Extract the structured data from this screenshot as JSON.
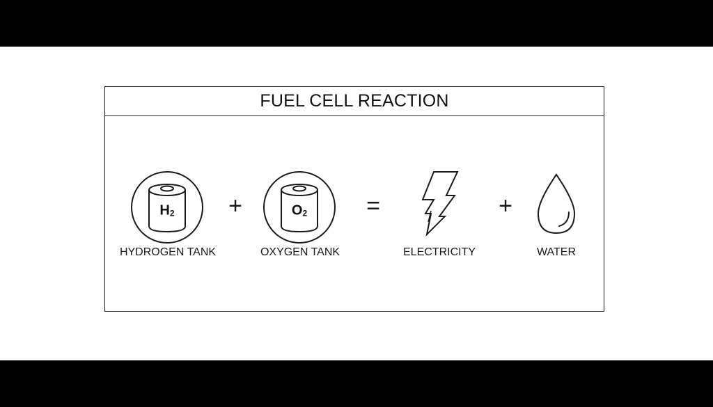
{
  "diagram": {
    "title": "FUEL CELL REACTION",
    "items": [
      {
        "icon": "hydrogen-tank-icon",
        "symbol": "H",
        "subscript": "2",
        "label": "HYDROGEN TANK"
      },
      {
        "icon": "oxygen-tank-icon",
        "symbol": "O",
        "subscript": "2",
        "label": "OXYGEN TANK"
      },
      {
        "icon": "lightning-bolt-icon",
        "label": "ELECTRICITY"
      },
      {
        "icon": "water-drop-icon",
        "label": "WATER"
      }
    ],
    "operators": [
      "+",
      "=",
      "+"
    ]
  },
  "colors": {
    "stroke": "#1a1a1a",
    "background": "#ffffff",
    "letterbox": "#000000"
  }
}
